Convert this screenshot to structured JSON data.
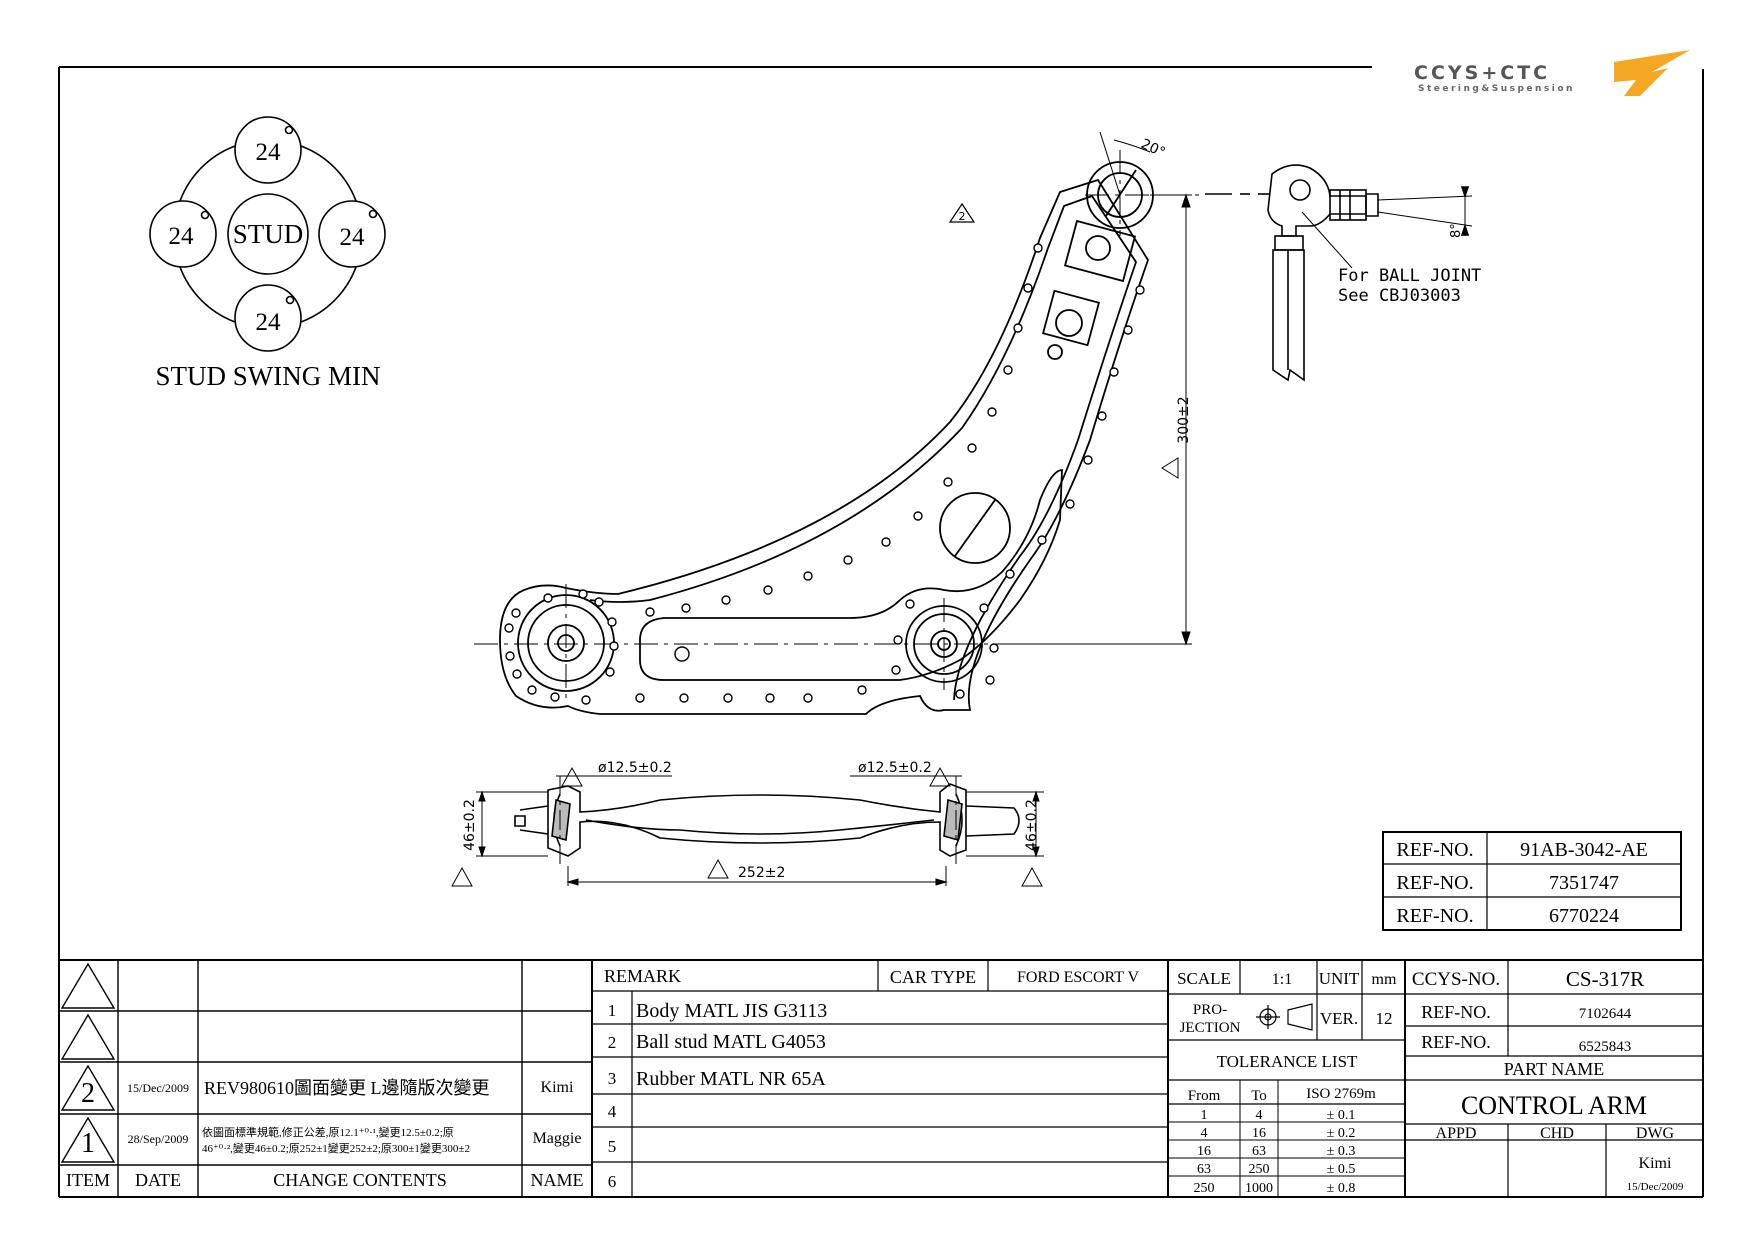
{
  "logo": {
    "brand": "CCYS+CTC",
    "tagline": "Steering&Suspension",
    "accent": "#f5a623"
  },
  "stud_swing": {
    "stud_label": "STUD",
    "angle_top": "24",
    "angle_left": "24",
    "angle_right": "24",
    "angle_bottom": "24",
    "caption": "STUD SWING MIN"
  },
  "callouts": {
    "angle_20": "20°",
    "angle_8": "8°",
    "ball_joint_line1": "For BALL JOINT",
    "ball_joint_line2": "See CBJ03003",
    "dim_300": "300±2",
    "dim_dia_left": "ø12.5±0.2",
    "dim_dia_right": "ø12.5±0.2",
    "dim_46_left": "46±0.2",
    "dim_46_right": "46±0.2",
    "dim_252": "252±2",
    "rev_mark": "2"
  },
  "ref_box": [
    {
      "label": "REF-NO.",
      "value": "91AB-3042-AE"
    },
    {
      "label": "REF-NO.",
      "value": "7351747"
    },
    {
      "label": "REF-NO.",
      "value": "6770224"
    }
  ],
  "revisions": {
    "headers": {
      "item": "ITEM",
      "date": "DATE",
      "contents": "CHANGE CONTENTS",
      "name": "NAME"
    },
    "rows": [
      {
        "item": "",
        "date": "",
        "contents": "",
        "name": ""
      },
      {
        "item": "",
        "date": "",
        "contents": "",
        "name": ""
      },
      {
        "item": "2",
        "date": "15/Dec/2009",
        "contents": "REV980610圖面變更 L邊隨版次變更",
        "name": "Kimi"
      },
      {
        "item": "1",
        "date": "28/Sep/2009",
        "contents_line1": "依圖面標準規範,修正公差,原12.1⁺⁰·¹,變更12.5±0.2;原",
        "contents_line2": "46⁺⁰·²,變更46±0.2;原252±1變更252±2;原300±1變更300±2",
        "name": "Maggie"
      }
    ]
  },
  "remarks": {
    "header": "REMARK",
    "car_type_label": "CAR TYPE",
    "car_type_value": "FORD ESCORT V",
    "items": [
      {
        "no": "1",
        "text": "Body MATL JIS G3113"
      },
      {
        "no": "2",
        "text": "Ball stud MATL G4053"
      },
      {
        "no": "3",
        "text": "Rubber MATL NR 65A"
      },
      {
        "no": "4",
        "text": ""
      },
      {
        "no": "5",
        "text": ""
      },
      {
        "no": "6",
        "text": ""
      }
    ]
  },
  "spec": {
    "scale_label": "SCALE",
    "scale_value": "1:1",
    "unit_label": "UNIT",
    "unit_value": "mm",
    "projection_line1": "PRO-",
    "projection_line2": "JECTION",
    "ver_label": "VER.",
    "ver_value": "12",
    "tolerance_title": "TOLERANCE LIST",
    "tol_headers": {
      "from": "From",
      "to": "To",
      "iso": "ISO 2769m"
    },
    "tolerances": [
      {
        "from": "1",
        "to": "4",
        "tol": "± 0.1"
      },
      {
        "from": "4",
        "to": "16",
        "tol": "± 0.2"
      },
      {
        "from": "16",
        "to": "63",
        "tol": "± 0.3"
      },
      {
        "from": "63",
        "to": "250",
        "tol": "± 0.5"
      },
      {
        "from": "250",
        "to": "1000",
        "tol": "± 0.8"
      }
    ]
  },
  "title_block": {
    "ccys_label": "CCYS-NO.",
    "ccys_value": "CS-317R",
    "ref1_label": "REF-NO.",
    "ref1_value": "7102644",
    "ref2_label": "REF-NO.",
    "ref2_value": "6525843",
    "part_name_label": "PART NAME",
    "part_name": "CONTROL ARM",
    "appd": "APPD",
    "chd": "CHD",
    "dwg": "DWG",
    "dwg_name": "Kimi",
    "dwg_date": "15/Dec/2009"
  }
}
